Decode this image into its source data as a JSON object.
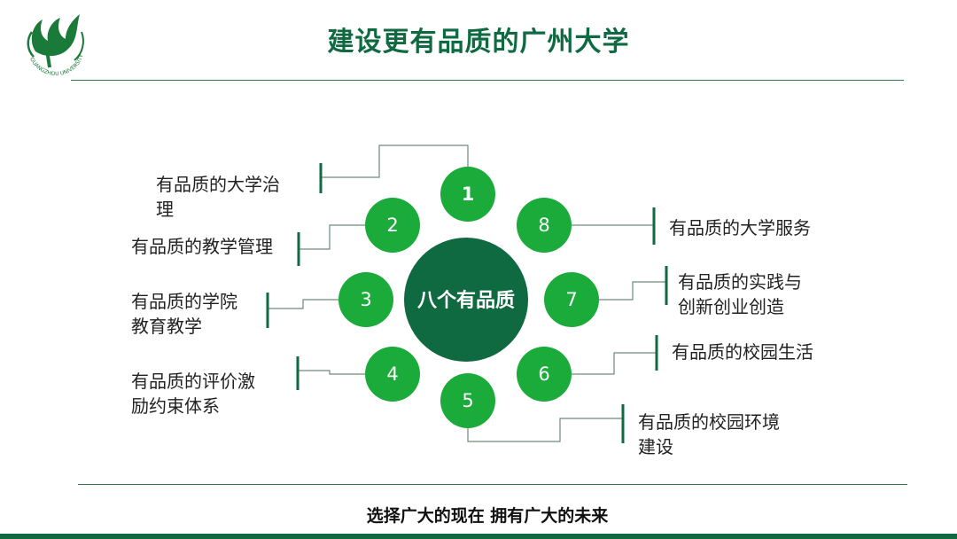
{
  "header": {
    "title": "建设更有品质的广州大学",
    "logo_text": "GUANGZHOU UNIVERSITY"
  },
  "diagram": {
    "center_label": "八个有品质",
    "nodes": [
      {
        "number": "1",
        "label": "有品质的大学治\n理"
      },
      {
        "number": "2",
        "label": "有品质的教学管理"
      },
      {
        "number": "3",
        "label": "有品质的学院\n教育教学"
      },
      {
        "number": "4",
        "label": "有品质的评价激\n励约束体系"
      },
      {
        "number": "5",
        "label": "有品质的校园环境\n建设"
      },
      {
        "number": "6",
        "label": "有品质的校园生活"
      },
      {
        "number": "7",
        "label": "有品质的实践与\n创新创业创造"
      },
      {
        "number": "8",
        "label": "有品质的大学服务"
      }
    ],
    "colors": {
      "center": "#0f6a42",
      "node": "#1aab3a",
      "connector": "#6f8a7a",
      "bracket": "#0f6a42"
    }
  },
  "footer": {
    "slogan": "选择广大的现在  拥有广大的未来"
  }
}
